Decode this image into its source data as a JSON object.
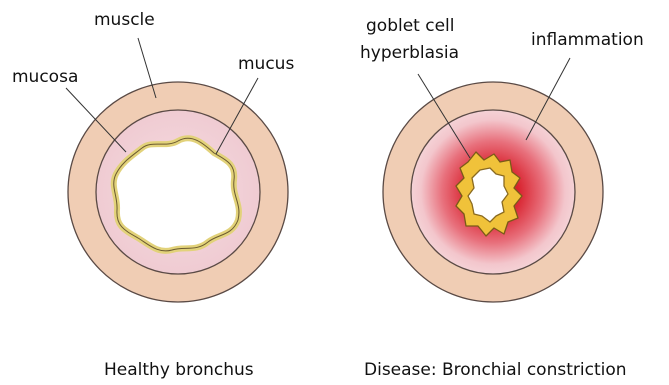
{
  "healthy": {
    "label_muscle": "muscle",
    "label_mucosa": "mucosa",
    "label_mucus": "mucus",
    "caption": "Healthy bronchus"
  },
  "disease": {
    "label_goblet_line1": "goblet cell",
    "label_goblet_line2": "hyperblasia",
    "label_inflammation": "inflammation",
    "caption": "Disease: Bronchial constriction"
  },
  "colors": {
    "muscle": "#f0cdb4",
    "mucosa": "#f3d3d9",
    "mucus_fill": "#efe49c",
    "inflamed_core": "#d8202c",
    "inflamed_outer": "#f3cdd3",
    "goblet_fill": "#f0c23a",
    "outline": "#5a4a45"
  }
}
